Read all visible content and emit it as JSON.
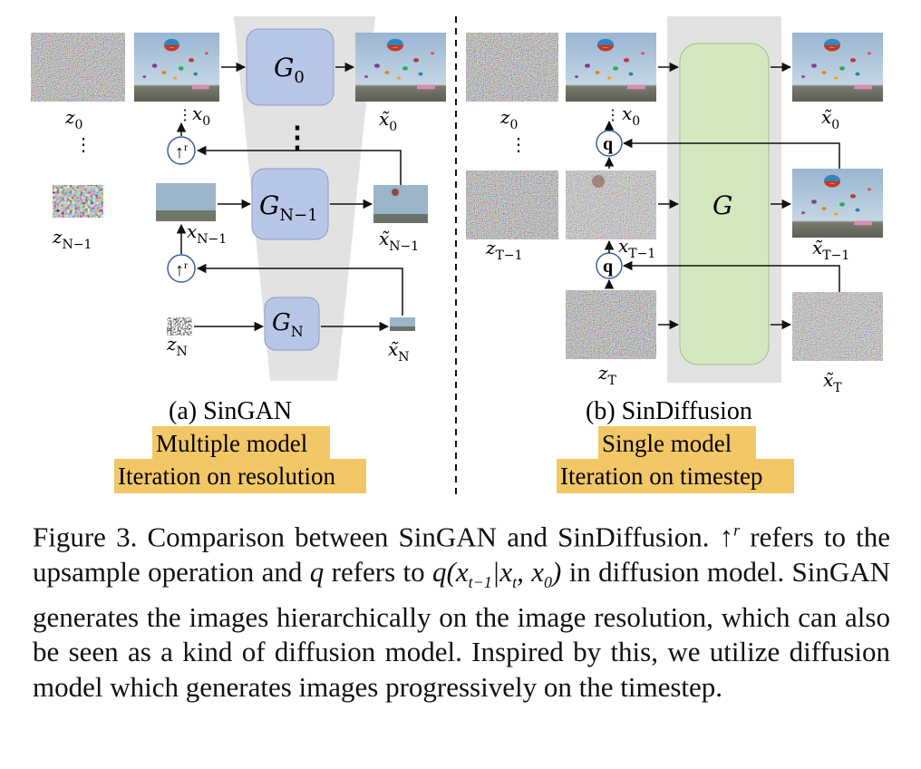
{
  "singan": {
    "title": "(a) SinGAN",
    "highlight_line1": "Multiple model",
    "highlight_line2": "Iteration on resolution",
    "generators": [
      "G",
      "G",
      "G"
    ],
    "gen_subscripts": [
      "0",
      "N−1",
      "N"
    ],
    "z_labels": [
      "z",
      "z",
      "z"
    ],
    "z_subs": [
      "0",
      "N−1",
      "N"
    ],
    "x_labels": [
      "x",
      "x"
    ],
    "x_subs": [
      "0",
      "N−1"
    ],
    "xt_labels": [
      "x̃",
      "x̃",
      "x̃"
    ],
    "xt_subs": [
      "0",
      "N−1",
      "N"
    ],
    "upsample_symbol": "↑",
    "upsample_sup": "r",
    "vdots": "⋮"
  },
  "sindiffusion": {
    "title": "(b) SinDiffusion",
    "highlight_line1": "Single model",
    "highlight_line2": "Iteration on timestep",
    "generator": "G",
    "z_labels": [
      "z",
      "z",
      "z"
    ],
    "z_subs": [
      "0",
      "T−1",
      "T"
    ],
    "x_labels": [
      "x",
      "x"
    ],
    "x_subs": [
      "0",
      "T−1"
    ],
    "xt_labels": [
      "x̃",
      "x̃",
      "x̃"
    ],
    "xt_subs": [
      "0",
      "T−1",
      "T"
    ],
    "q_symbol": "q",
    "vdots": "⋮"
  },
  "colors": {
    "singan_box": "#b8c6e8",
    "sindiffusion_box": "#d4e8c0",
    "funnel": "#e2e2e2",
    "highlight": "#f2c766",
    "sky": "#a9c3da"
  },
  "caption": {
    "figure_label": "Figure 3.",
    "part1": "Comparison between SinGAN and SinDiffusion.",
    "arrow": "↑",
    "arrow_sup": "r",
    "part2": "refers to the upsample operation and",
    "q": "q",
    "part3": "refers to",
    "formula": "q(x",
    "f_sub1": "t−1",
    "f_bar": "|x",
    "f_sub2": "t",
    "f_comma": ", x",
    "f_sub3": "0",
    "f_close": ")",
    "part4": "in diffusion model. SinGAN generates the images hierarchically on the image resolution, which can also be seen as a kind of diffusion model. Inspired by this, we utilize diffusion model which generates images progressively on the timestep."
  }
}
